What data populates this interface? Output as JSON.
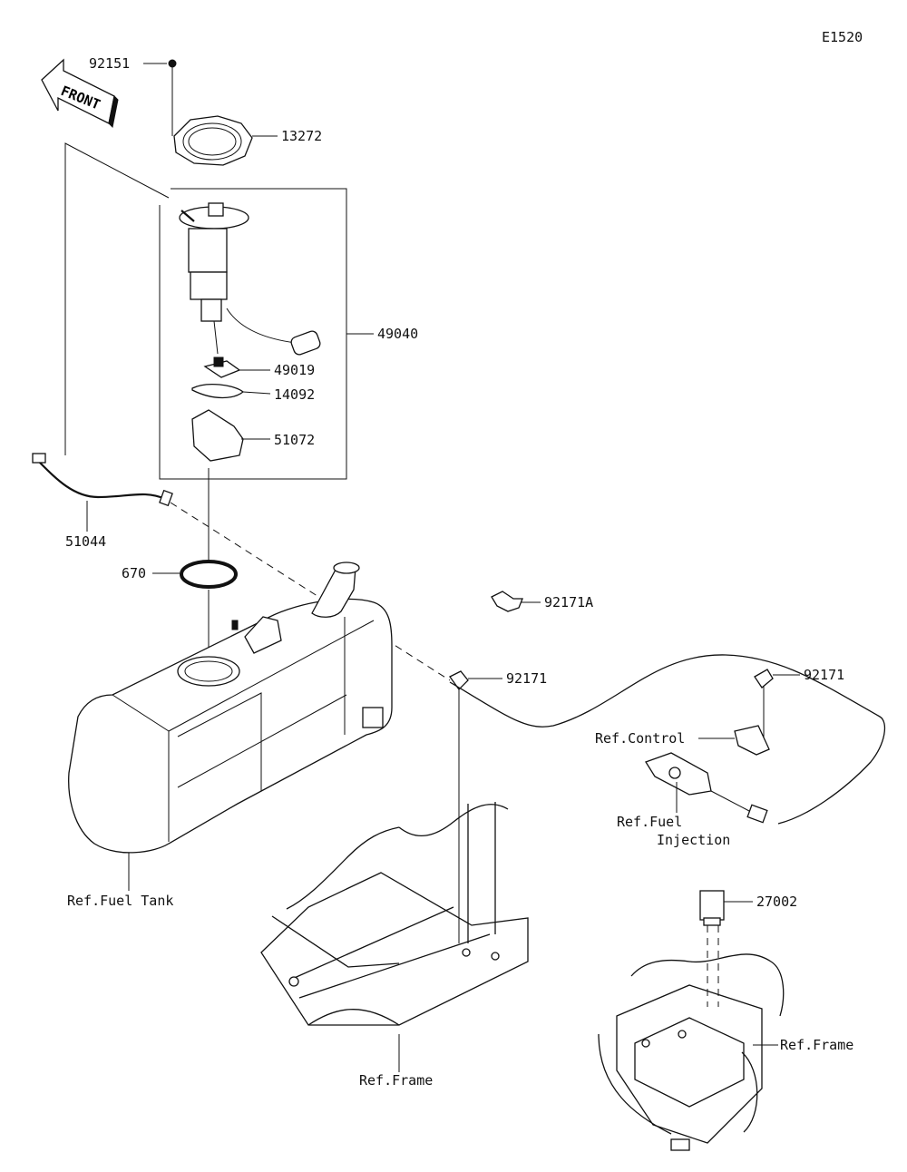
{
  "diagram_code": "E1520",
  "front_arrow": "FRONT",
  "callouts": {
    "p92151": "92151",
    "p13272": "13272",
    "p49040": "49040",
    "p49019": "49019",
    "p14092": "14092",
    "p51072": "51072",
    "p51044": "51044",
    "p670": "670",
    "p92171A": "92171A",
    "p92171_a": "92171",
    "p92171_b": "92171",
    "ref_control": "Ref.Control",
    "ref_fuel_injection_1": "Ref.Fuel",
    "ref_fuel_injection_2": "Injection",
    "ref_fuel_tank": "Ref.Fuel Tank",
    "p27002": "27002",
    "ref_frame_1": "Ref.Frame",
    "ref_frame_2": "Ref.Frame"
  }
}
